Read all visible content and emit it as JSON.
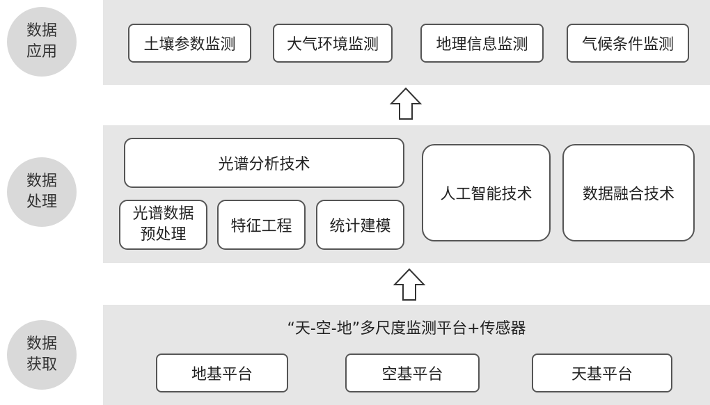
{
  "layers": {
    "application": {
      "label": "数据应用",
      "items": [
        "土壤参数监测",
        "大气环境监测",
        "地理信息监测",
        "气候条件监测"
      ]
    },
    "processing": {
      "label": "数据处理",
      "spectral_analysis": "光谱分析技术",
      "sub_items": [
        "光谱数据预处理",
        "特征工程",
        "统计建模"
      ],
      "ai": "人工智能技术",
      "fusion": "数据融合技术"
    },
    "acquisition": {
      "label": "数据获取",
      "heading": "“天-空-地”多尺度监测平台+传感器",
      "items": [
        "地基平台",
        "空基平台",
        "天基平台"
      ]
    }
  }
}
